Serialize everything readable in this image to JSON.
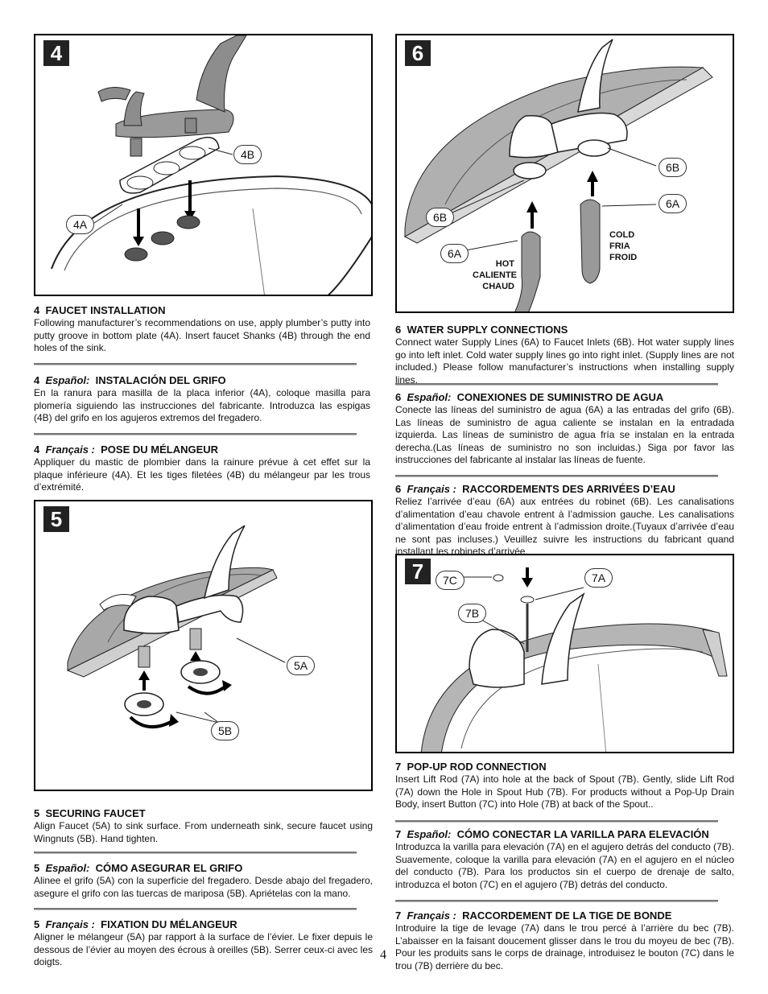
{
  "page_number": "4",
  "figures": {
    "f4": {
      "badge": "4",
      "callouts": {
        "b": "4B",
        "a": "4A"
      }
    },
    "f6": {
      "badge": "6",
      "callouts": {
        "b1": "6B",
        "a1": "6A",
        "b2": "6B",
        "a2": "6A"
      },
      "hot": [
        "HOT",
        "CALIENTE",
        "CHAUD"
      ],
      "cold": [
        "COLD",
        "FRIA",
        "FROID"
      ]
    },
    "f5": {
      "badge": "5",
      "callouts": {
        "a": "5A",
        "b": "5B"
      }
    },
    "f7": {
      "badge": "7",
      "callouts": {
        "c": "7C",
        "a": "7A",
        "b": "7B"
      }
    }
  },
  "sections": {
    "s4en": {
      "num": "4",
      "lang": "",
      "title": "FAUCET INSTALLATION",
      "body": "Following manufacturer’s recommendations on use, apply plumber’s putty into putty groove in bottom plate (4A).  Insert faucet Shanks (4B) through the end holes of the sink."
    },
    "s4es": {
      "num": "4",
      "lang": "Español:",
      "title": "INSTALACIÓN DEL GRIFO",
      "body": "En la ranura para masilla de la placa inferior (4A), coloque masilla para plomería siguiendo las instrucciones del fabricante.  Introduzca las espigas (4B) del grifo en los agujeros extremos del fregadero."
    },
    "s4fr": {
      "num": "4",
      "lang": "Français :",
      "title": "POSE DU MÉLANGEUR",
      "body": "Appliquer du mastic de plombier dans la rainure prévue à cet effet sur la plaque inférieure (4A).  Et les tiges filetées (4B) du mélangeur par les trous d’extrémité."
    },
    "s5en": {
      "num": "5",
      "lang": "",
      "title": "SECURING FAUCET",
      "body": "Align Faucet (5A) to sink surface.  From underneath sink, secure faucet using Wingnuts (5B).  Hand tighten."
    },
    "s5es": {
      "num": "5",
      "lang": "Español:",
      "title": "CÓMO ASEGURAR EL GRIFO",
      "body": "Alinee el grifo (5A) con la superficie del fregadero. Desde abajo del fregadero, asegure el grifo con las tuercas de mariposa (5B). Apriételas con la mano."
    },
    "s5fr": {
      "num": "5",
      "lang": "Français :",
      "title": "FIXATION DU MÉLANGEUR",
      "body": "Aligner le mélangeur (5A) par rapport à la surface de l’évier. Le fixer depuis le dessous de l’évier au moyen des écrous à oreilles (5B). Serrer ceux-ci avec les doigts."
    },
    "s6en": {
      "num": "6",
      "lang": "",
      "title": "WATER SUPPLY CONNECTIONS",
      "body": "Connect water Supply Lines (6A) to Faucet Inlets (6B). Hot water supply lines go into left inlet. Cold water supply lines go into right inlet. (Supply lines are not included.) Please follow manufacturer’s instructions when installing supply lines."
    },
    "s6es": {
      "num": "6",
      "lang": "Español:",
      "title": "CONEXIONES DE SUMINISTRO DE AGUA",
      "body": "Conecte las líneas del suministro de agua (6A) a las entradas del grifo (6B).  Las líneas de suministro de agua caliente se instalan en la entradada izquierda. Las líneas de suministro de agua fría se instalan en la entrada derecha.(Las líneas de suministro no son incluidas.)  Siga por favor las instrucciones del fabricante al instalar las líneas de fuente."
    },
    "s6fr": {
      "num": "6",
      "lang": "Français :",
      "title": "RACCORDEMENTS DES ARRIVÉES D’EAU",
      "body": "Reliez l’arrivée d’eau (6A) aux entrées du robinet (6B). Les canalisations d’alimentation d’eau chavole entrent à l’admission gauche. Les canalisations d’alimentation d’eau froide entrent à l’admission droite.(Tuyaux d’arrivée d’eau ne sont pas incluses.) Veuillez suivre les instructions du fabricant quand installant les robinets d’arrivée."
    },
    "s7en": {
      "num": "7",
      "lang": "",
      "title": "POP-UP ROD CONNECTION",
      "body": "Insert Lift Rod (7A) into hole at the back of Spout (7B).  Gently, slide Lift Rod (7A) down the Hole in Spout Hub (7B).  For products without a Pop-Up Drain Body, insert Button (7C) into Hole (7B) at back of the Spout.."
    },
    "s7es": {
      "num": "7",
      "lang": "Español:",
      "title": "CÓMO CONECTAR LA VARILLA PARA ELEVACIÓN",
      "body": "Introduzca la varilla para elevación (7A) en el agujero detrás del conducto (7B). Suavemente, coloque la varilla para elevación (7A) en el agujero en el núcleo del conducto (7B).  Para los productos sin el cuerpo de drenaje de salto, introduzca el boton (7C) en el agujero (7B) detrás del conducto."
    },
    "s7fr": {
      "num": "7",
      "lang": "Français :",
      "title": "RACCORDEMENT DE LA TIGE DE BONDE",
      "body": "Introduire la tige de levage (7A) dans le trou percé à l’arrière du bec (7B).  L’abaisser en la faisant doucement glisser dans le trou du moyeu de bec (7B). Pour les produits sans le corps de drainage, introduisez le bouton (7C) dans le trou (7B) derrière du bec."
    }
  }
}
